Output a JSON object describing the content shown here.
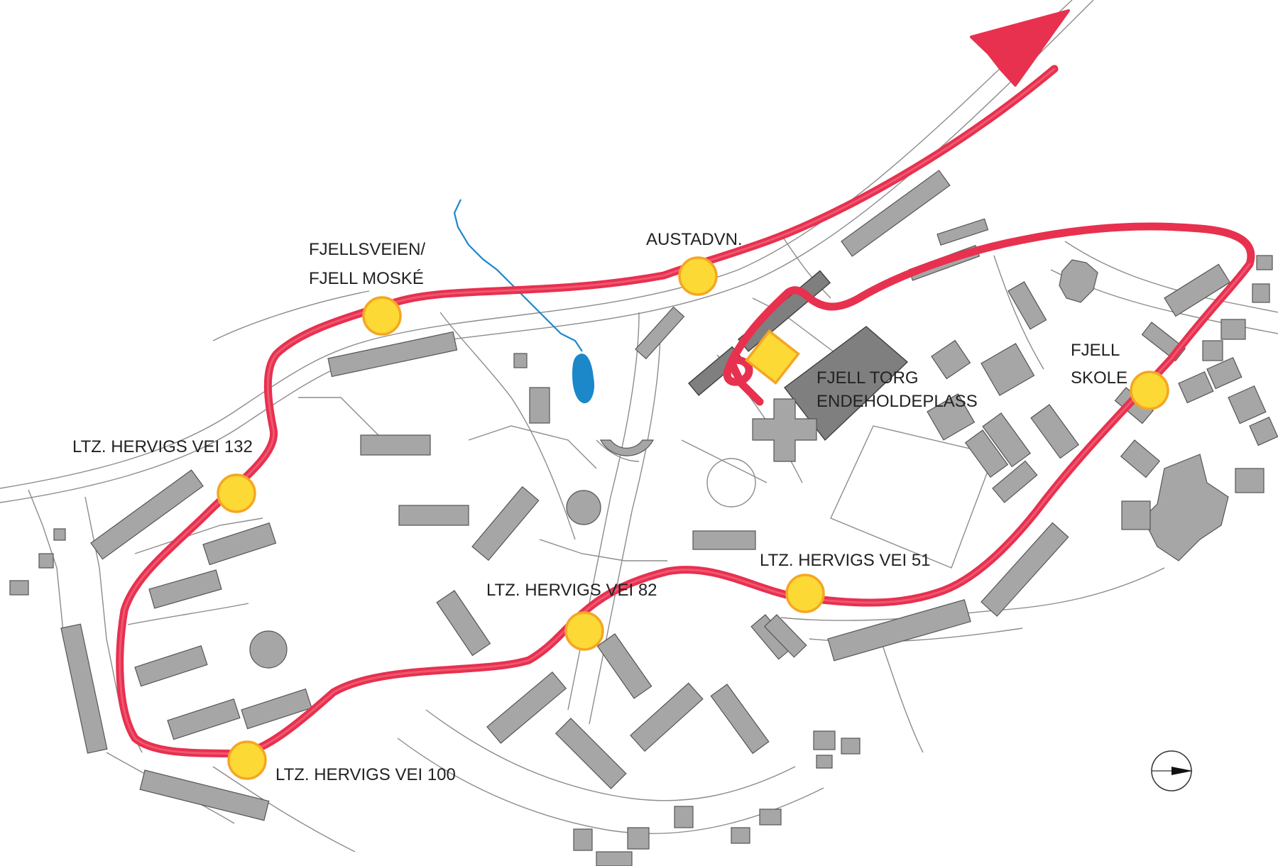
{
  "colors": {
    "route": "#e8304f",
    "stop_fill": "#fcd935",
    "stop_stroke": "#f5a623",
    "water": "#1c87c9",
    "building": "#a6a6a6",
    "building_dark": "#7f7f7f"
  },
  "icons": {
    "direction": "arrow-northeast-icon",
    "compass": "north-arrow-icon",
    "terminal": "square-stop-icon"
  },
  "stops": {
    "austadvn": "AUSTADVN.",
    "fjellsveien_line1": "FJELLSVEIEN/",
    "fjellsveien_line2": "FJELL MOSKÉ",
    "hervigs132": "LTZ. HERVIGS VEI 132",
    "hervigs82": "LTZ. HERVIGS VEI 82",
    "hervigs51": "LTZ. HERVIGS VEI 51",
    "hervigs100": "LTZ. HERVIGS VEI 100",
    "fjell_skole_line1": "FJELL",
    "fjell_skole_line2": "SKOLE",
    "terminal_line1": "FJELL TORG",
    "terminal_line2": "ENDEHOLDEPLASS"
  }
}
